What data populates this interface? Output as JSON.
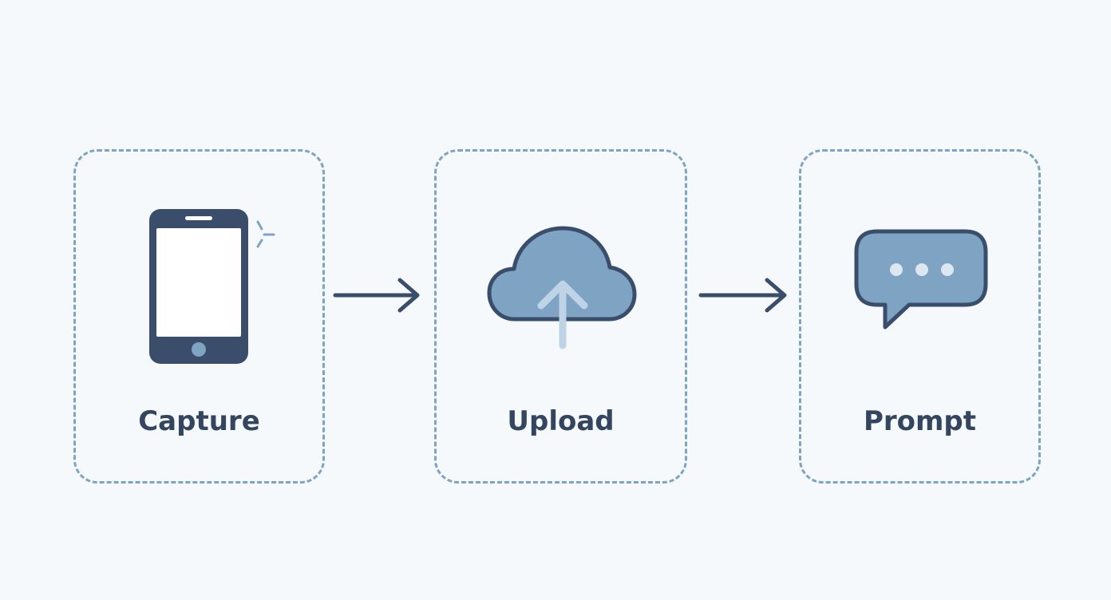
{
  "diagram": {
    "steps": [
      {
        "label": "Capture",
        "icon": "smartphone-icon"
      },
      {
        "label": "Upload",
        "icon": "cloud-upload-icon"
      },
      {
        "label": "Prompt",
        "icon": "chat-bubble-icon"
      }
    ],
    "colors": {
      "background": "#f6f9fb",
      "dashed_border": "#7ea3c3",
      "dark_navy": "#3a4e6c",
      "icon_fill": "#7ea3c3",
      "label_text": "#34465f"
    }
  }
}
